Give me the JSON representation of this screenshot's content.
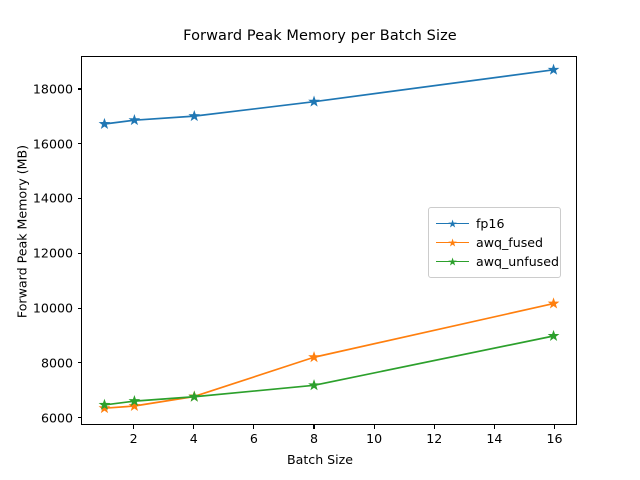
{
  "chart_data": {
    "type": "line",
    "title": "Forward Peak Memory per Batch Size",
    "xlabel": "Batch Size",
    "ylabel": "Forward Peak Memory (MB)",
    "x": [
      1,
      2,
      4,
      8,
      16
    ],
    "xlim": [
      0.25,
      16.75
    ],
    "ylim": [
      5730,
      19200
    ],
    "xticks": [
      2,
      4,
      6,
      8,
      10,
      12,
      14,
      16
    ],
    "xtick_labels": [
      "2",
      "4",
      "6",
      "8",
      "10",
      "12",
      "14",
      "16"
    ],
    "yticks": [
      6000,
      8000,
      10000,
      12000,
      14000,
      16000,
      18000
    ],
    "ytick_labels": [
      "6000",
      "8000",
      "10000",
      "12000",
      "14000",
      "16000",
      "18000"
    ],
    "grid": false,
    "legend_position": "center right",
    "marker": "star",
    "series": [
      {
        "name": "fp16",
        "color": "#1f77b4",
        "values": [
          16740,
          16880,
          17030,
          17560,
          18730
        ]
      },
      {
        "name": "awq_fused",
        "color": "#ff7f0e",
        "values": [
          6310,
          6390,
          6740,
          8180,
          10150
        ]
      },
      {
        "name": "awq_unfused",
        "color": "#2ca02c",
        "values": [
          6430,
          6570,
          6730,
          7150,
          8960
        ]
      }
    ]
  }
}
